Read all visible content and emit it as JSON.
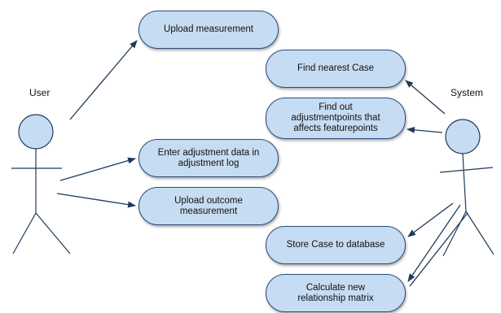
{
  "actors": {
    "user": "User",
    "system": "System"
  },
  "use_cases": {
    "upload_measurement": "Upload measurement",
    "find_nearest_case": "Find nearest Case",
    "find_adjustment_points": "Find out\nadjustmentpoints that\naffects featurepoints",
    "enter_adjustment_data": "Enter adjustment data in\nadjustment log",
    "upload_outcome": "Upload outcome\nmeasurement",
    "store_case": "Store Case to database",
    "calculate_matrix": "Calculate new\nrelationship matrix"
  },
  "colors": {
    "usecase_fill": "#c6dcf2",
    "usecase_border": "#2a4d78",
    "actor_fill": "#c6dcf2",
    "line": "#1f3b5c"
  }
}
